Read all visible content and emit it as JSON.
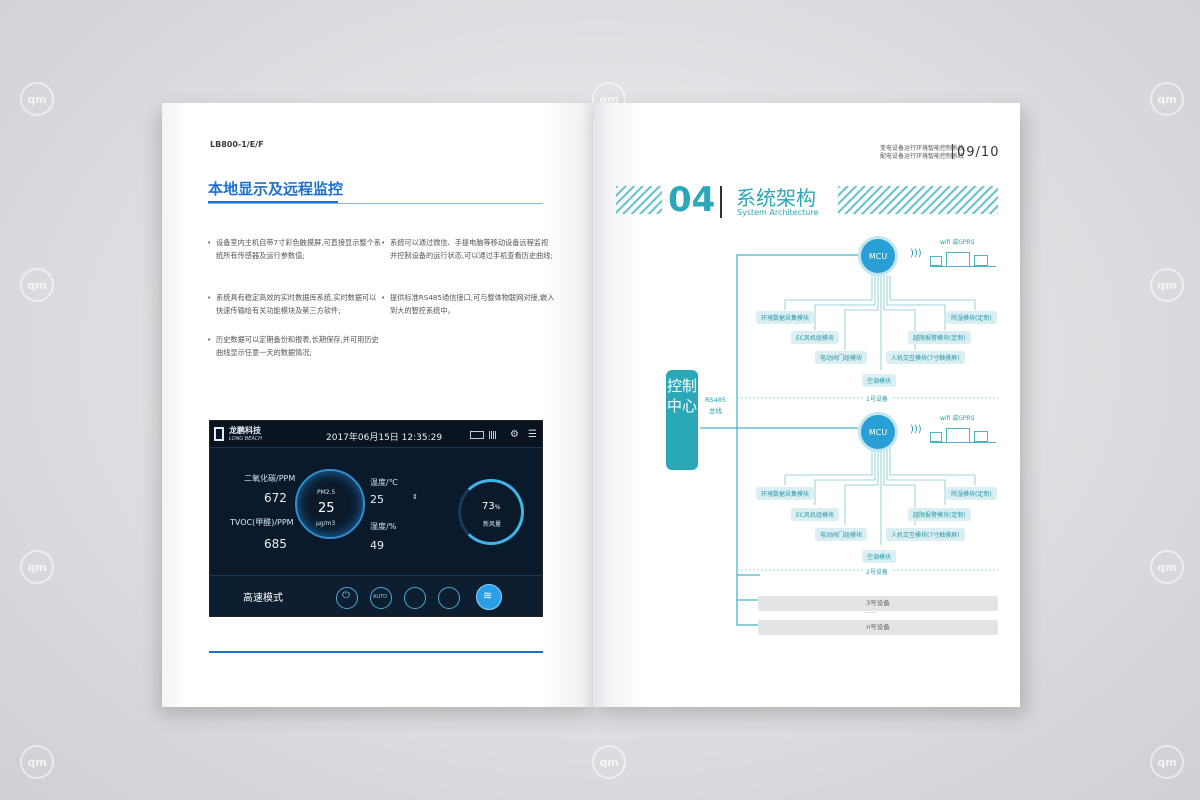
{
  "watermark": "qm",
  "left": {
    "model_code": "LB800-1/E/F",
    "heading": "本地显示及远程监控",
    "paragraphs": [
      "设备室内主机自带7寸彩色触摸屏,可直接显示整个系统所有传感器及运行参数值;",
      "系统具有稳定高效的实时数据库系统,实时数据可以快速传输给有关功能模块及第三方软件;",
      "历史数据可以定期备份和报表,长期保存,并可用历史曲线显示任意一天的数据情况;",
      "系统可以通过微信、手提电脑等移动设备远程监视并控制设备的运行状态,可以通过手机查看历史曲线;",
      "提供标准RS485通信接口,可与整体物联网对接,嵌入到大的智控系统中。"
    ],
    "screen": {
      "brand_cn": "龙鹏科技",
      "brand_en": "LONG BEACH",
      "datetime": "2017年06月15日  12:35:29",
      "co2_label": "二氧化碳/PPM",
      "co2_value": "672",
      "tvoc_label": "TVOC(甲醛)/PPM",
      "tvoc_value": "685",
      "pm_label": "PM2.5",
      "pm_value": "25",
      "pm_unit": "μg/m3",
      "temp_label": "温度/℃",
      "temp_value": "25",
      "hum_label": "湿度/%",
      "hum_value": "49",
      "fresh_value": "73",
      "fresh_unit": "%",
      "fresh_label": "新风量",
      "mode_label": "高速模式",
      "auto_label": "AUTO"
    }
  },
  "right": {
    "header_line1": "变电设备运行环境智能控制系统",
    "header_line2": "配电设备运行环境智能控制系统",
    "page_number": "09/10",
    "section_number": "04",
    "section_title_cn": "系统架构",
    "section_title_en": "System Architecture",
    "control_center": "控制中心",
    "bus_label_1": "RS485",
    "bus_label_2": "总线",
    "mcu": "MCU",
    "wifi": "wifi 或GPRS",
    "modules": [
      "环境数据采集模块",
      "除湿模块(定制)",
      "EC风机组模块",
      "越限报警模块(定制)",
      "电动阀门组模块",
      "人机交互模块(7寸触摸屏)",
      "空调模块"
    ],
    "device_1": "1号设备",
    "device_2": "2号设备",
    "device_3": "3号设备",
    "device_n": "n号设备",
    "dots": "......"
  }
}
